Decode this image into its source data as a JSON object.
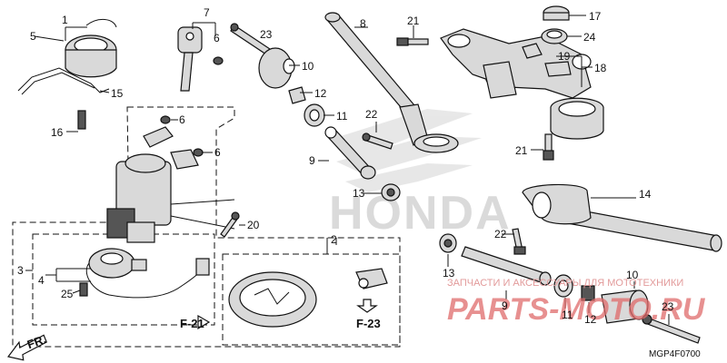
{
  "diagram": {
    "part_labels": [
      "1",
      "5",
      "7",
      "6",
      "23",
      "8",
      "21",
      "17",
      "24",
      "19",
      "18",
      "10",
      "12",
      "15",
      "16",
      "11",
      "22",
      "6",
      "6",
      "9",
      "13",
      "21",
      "14",
      "20",
      "2",
      "3",
      "4",
      "25",
      "22",
      "13",
      "9",
      "11",
      "12",
      "10",
      "23"
    ],
    "reference_labels": {
      "f21": "F-21",
      "f23": "F-23",
      "front": "FR."
    },
    "diagram_code": "MGP4F0700",
    "watermarks": {
      "brand": "HONDA",
      "shop_text": "ЗАПЧАСТИ И АКСЕССУАРЫ ДЛЯ МОТОТЕХНИКИ",
      "site": "PARTS-MOTO.RU"
    },
    "colors": {
      "line": "#111111",
      "part_fill": "#d9d9d9",
      "watermark_red": "#e06b6b",
      "watermark_grey": "#bdbdbd"
    }
  }
}
